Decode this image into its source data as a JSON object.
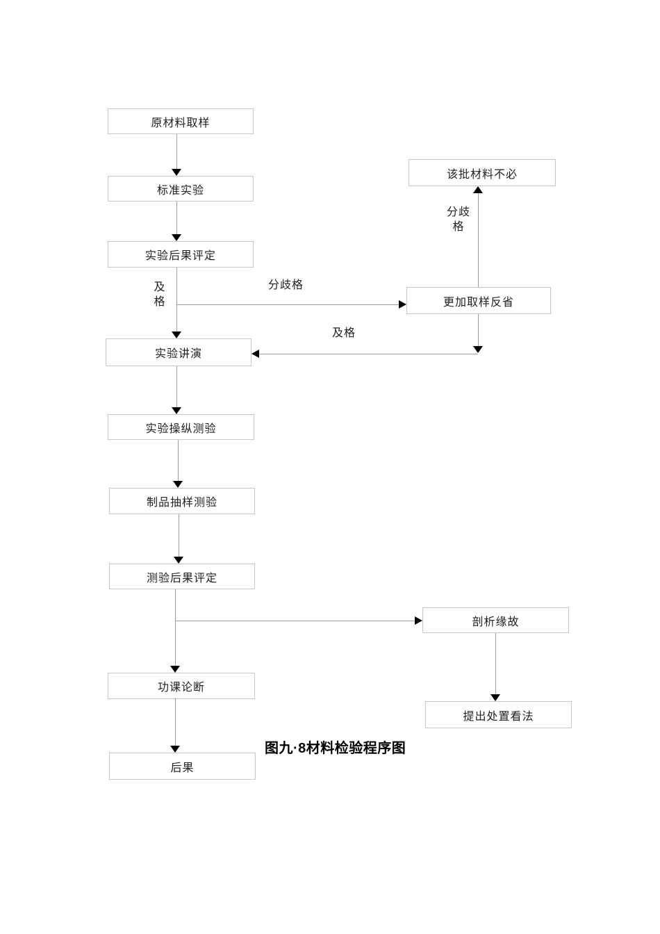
{
  "page": {
    "caption": "图九·8材料检验程序图"
  },
  "colors": {
    "background": "#ffffff",
    "box_border": "#c6c6c6",
    "connector_line": "#9c9c9c",
    "arrowhead": "#000000",
    "text": "#1f1f1f"
  },
  "nodes": {
    "raw_material_sampling": {
      "label": "原材料取样"
    },
    "standard_test": {
      "label": "标准实验"
    },
    "test_result_evaluation": {
      "label": "实验后果评定"
    },
    "test_report": {
      "label": "实验讲演"
    },
    "test_operation_check": {
      "label": "实验操纵测验"
    },
    "product_sampling_check": {
      "label": "制品抽样测验"
    },
    "check_result_evaluation": {
      "label": "测验后果评定"
    },
    "work_conclusion": {
      "label": "功课论断"
    },
    "result": {
      "label": "后果"
    },
    "batch_material_unnecessary": {
      "label": "该批材料不必"
    },
    "resample_review": {
      "label": "更加取样反省"
    },
    "analyze_cause": {
      "label": "剖析缘故"
    },
    "propose_disposal": {
      "label": "提出处置看法"
    }
  },
  "edge_labels": {
    "pass_down": "及格",
    "fail_right": "分歧格",
    "fail_up": "分歧格",
    "pass_return": "及格"
  }
}
